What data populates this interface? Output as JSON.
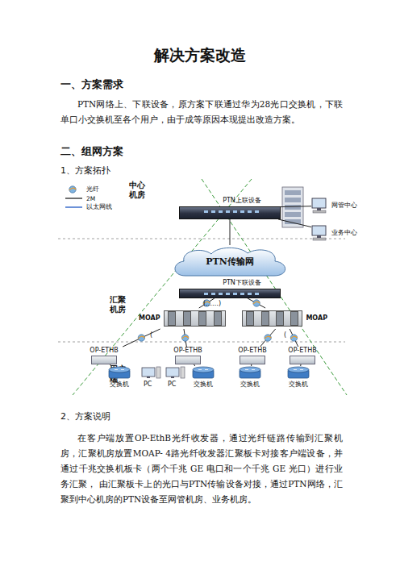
{
  "diagram": {
    "title": "解决方案改造",
    "nodes": [
      {
        "text": [
          "PTN上联设备"
        ]
      },
      {
        "text": [
          "网管中心"
        ]
      },
      {
        "text": [
          "业务中心"
        ]
      },
      {
        "text": [
          "PTN传输网"
        ]
      },
      {
        "text": [
          "PTN下联设备"
        ]
      },
      {
        "text": [
          "MOAP"
        ]
      },
      {
        "text": [
          "MOAP"
        ]
      },
      {
        "text": [
          "OP-ETHB"
        ]
      },
      {
        "text": [
          "OP-ETHB"
        ]
      },
      {
        "text": [
          "OP-ETHB"
        ]
      },
      {
        "text": [
          "OP-ETHB"
        ]
      },
      {
        "text": [
          "交换机"
        ]
      },
      {
        "text": [
          "交换机"
        ]
      },
      {
        "text": [
          "交换机"
        ]
      },
      {
        "text": [
          "交换机"
        ]
      }
    ],
    "edges": [
      {
        "from": 0,
        "to": 1,
        "arrow": "none"
      },
      {
        "from": 0,
        "to": 2,
        "arrow": "none"
      },
      {
        "from": 0,
        "to": 3,
        "arrow": "none"
      },
      {
        "from": 3,
        "to": 4,
        "arrow": "none"
      },
      {
        "from": 4,
        "to": 5,
        "arrow": "none"
      },
      {
        "from": 4,
        "to": 6,
        "arrow": "none"
      },
      {
        "from": 5,
        "to": 7,
        "arrow": "none"
      },
      {
        "from": 5,
        "to": 8,
        "arrow": "none"
      },
      {
        "from": 6,
        "to": 9,
        "arrow": "none"
      },
      {
        "from": 6,
        "to": 10,
        "arrow": "none"
      },
      {
        "from": 7,
        "to": 11,
        "arrow": "none"
      },
      {
        "from": 8,
        "to": 12,
        "arrow": "none"
      },
      {
        "from": 9,
        "to": 13,
        "arrow": "none"
      },
      {
        "from": 10,
        "to": 14,
        "arrow": "none"
      }
    ],
    "labels": [
      "一、方案需求",
      "PTN网络上、下联设备，原方案下联通过华为28光口交换机，下联单口小交换机至各个用户，由于成等原因本现提出改造方案。",
      "二、组网方案",
      "1、方案拓扑",
      "中心 机房",
      "汇聚 机房",
      "用户 端",
      "(……)",
      "(",
      "(",
      "PC",
      "PC",
      "2、方案说明",
      "在客户端放置OP-EthB光纤收发器，通过光纤链路传输到汇聚机房，汇聚机房放置MOAP- 4路光纤收发器汇聚板卡对接客户端设备，并通过千兆交换机板卡（两个千兆 GE 电口和一个千兆 GE 光口）进行业务汇聚， 由汇聚板卡上的光口与PTN传输设备对接，通过PTN网络，汇聚到中心机房的PTN设备至网管机房、业务机房。"
    ],
    "legend": [
      {
        "text": "光纤"
      },
      {
        "text": "2M"
      },
      {
        "text": "以太网线"
      }
    ]
  }
}
